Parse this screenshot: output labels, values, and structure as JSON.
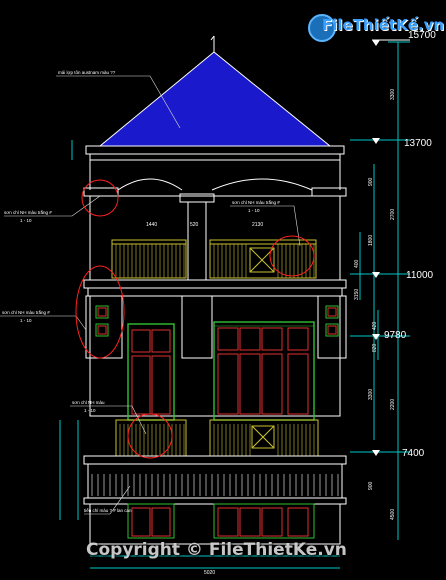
{
  "watermark": {
    "logo_text": "FileThiếtKế.vn",
    "copyright": "Copyright © FileThietKe.vn"
  },
  "levels": [
    "15700",
    "13700",
    "11000",
    "9780",
    "7400"
  ],
  "dimensions": {
    "vertical_right": [
      "3300",
      "2700",
      "1800",
      "900",
      "400",
      "3150",
      "2200",
      "820",
      "420",
      "3300",
      "4500",
      "900"
    ],
    "horizontal": [
      "1440",
      "520",
      "2130",
      "5020"
    ]
  },
  "annotations": {
    "roof_note": "mái lợp tôn austnam màu ??",
    "upper_note": "sơn chỉ NH màu trắng #",
    "left_note": "sơn chỉ NH màu trắng #",
    "balcony_note": "sơn chỉ NH màu",
    "bottom_note": "tiến chỉ màu ? # lan can",
    "code": "1 - 10"
  },
  "colors": {
    "roof": "#1a1acc",
    "outline": "#ffffff",
    "window_frame": "#e03030",
    "window_border": "#30c030",
    "rail": "#c8c030",
    "dim_line": "#00c8c8",
    "leader": "#e0e0e0",
    "highlight": "#ff2020"
  },
  "icons": [
    "circle-ornament-icon"
  ]
}
